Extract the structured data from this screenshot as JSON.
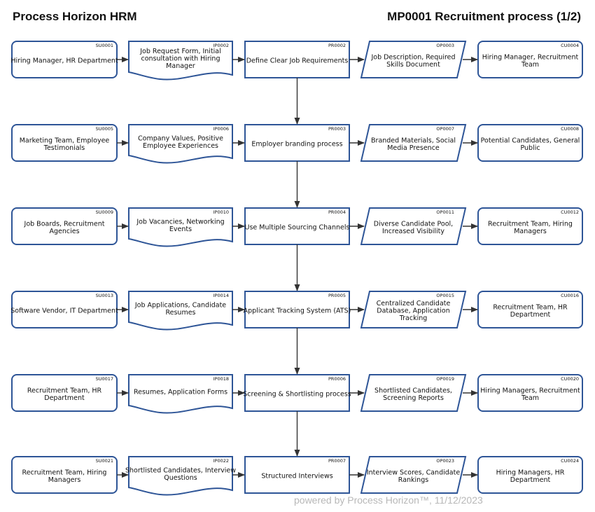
{
  "header": {
    "left_title": "Process Horizon HRM",
    "right_title": "MP0001 Recruitment process (1/2)"
  },
  "footer": {
    "text": "powered by Process Horizon™, 11/12/2023"
  },
  "colors": {
    "stroke": "#2e5597",
    "arrow": "#333333",
    "text": "#111111"
  },
  "rows": [
    {
      "supplier": {
        "code": "SU0001",
        "lines": [
          "Hiring Manager, HR Department"
        ]
      },
      "input": {
        "code": "IP0002",
        "lines": [
          "Job Request Form, Initial",
          "consultation with Hiring",
          "Manager"
        ]
      },
      "process": {
        "code": "PR0002",
        "lines": [
          "Define Clear Job Requirements"
        ]
      },
      "output": {
        "code": "OP0003",
        "lines": [
          "Job Description, Required",
          "Skills Document"
        ]
      },
      "customer": {
        "code": "CU0004",
        "lines": [
          "Hiring Manager, Recruitment",
          "Team"
        ]
      }
    },
    {
      "supplier": {
        "code": "SU0005",
        "lines": [
          "Marketing Team, Employee",
          "Testimonials"
        ]
      },
      "input": {
        "code": "IP0006",
        "lines": [
          "Company Values, Positive",
          "Employee Experiences"
        ]
      },
      "process": {
        "code": "PR0003",
        "lines": [
          "Employer branding process"
        ]
      },
      "output": {
        "code": "OP0007",
        "lines": [
          "Branded Materials, Social",
          "Media Presence"
        ]
      },
      "customer": {
        "code": "CU0008",
        "lines": [
          "Potential Candidates, General",
          "Public"
        ]
      }
    },
    {
      "supplier": {
        "code": "SU0009",
        "lines": [
          "Job Boards, Recruitment",
          "Agencies"
        ]
      },
      "input": {
        "code": "IP0010",
        "lines": [
          "Job Vacancies, Networking",
          "Events"
        ]
      },
      "process": {
        "code": "PR0004",
        "lines": [
          "Use Multiple Sourcing Channels"
        ]
      },
      "output": {
        "code": "OP0011",
        "lines": [
          "Diverse Candidate Pool,",
          "Increased Visibility"
        ]
      },
      "customer": {
        "code": "CU0012",
        "lines": [
          "Recruitment Team, Hiring",
          "Managers"
        ]
      }
    },
    {
      "supplier": {
        "code": "SU0013",
        "lines": [
          "Software Vendor, IT Department"
        ]
      },
      "input": {
        "code": "IP0014",
        "lines": [
          "Job Applications, Candidate",
          "Resumes"
        ]
      },
      "process": {
        "code": "PR0005",
        "lines": [
          "Applicant Tracking System (ATS)"
        ]
      },
      "output": {
        "code": "OP0015",
        "lines": [
          "Centralized Candidate",
          "Database, Application",
          "Tracking"
        ]
      },
      "customer": {
        "code": "CU0016",
        "lines": [
          "Recruitment Team, HR",
          "Department"
        ]
      }
    },
    {
      "supplier": {
        "code": "SU0017",
        "lines": [
          "Recruitment Team, HR",
          "Department"
        ]
      },
      "input": {
        "code": "IP0018",
        "lines": [
          "Resumes, Application Forms"
        ]
      },
      "process": {
        "code": "PR0006",
        "lines": [
          "Screening & Shortlisting process"
        ]
      },
      "output": {
        "code": "OP0019",
        "lines": [
          "Shortlisted Candidates,",
          "Screening Reports"
        ]
      },
      "customer": {
        "code": "CU0020",
        "lines": [
          "Hiring Managers, Recruitment",
          "Team"
        ]
      }
    },
    {
      "supplier": {
        "code": "SU0021",
        "lines": [
          "Recruitment Team, Hiring",
          "Managers"
        ]
      },
      "input": {
        "code": "IP0022",
        "lines": [
          "Shortlisted Candidates, Interview",
          "Questions"
        ]
      },
      "process": {
        "code": "PR0007",
        "lines": [
          "Structured Interviews"
        ]
      },
      "output": {
        "code": "OP0023",
        "lines": [
          "Interview Scores, Candidate",
          "Rankings"
        ]
      },
      "customer": {
        "code": "CU0024",
        "lines": [
          "Hiring Managers, HR",
          "Department"
        ]
      }
    }
  ]
}
